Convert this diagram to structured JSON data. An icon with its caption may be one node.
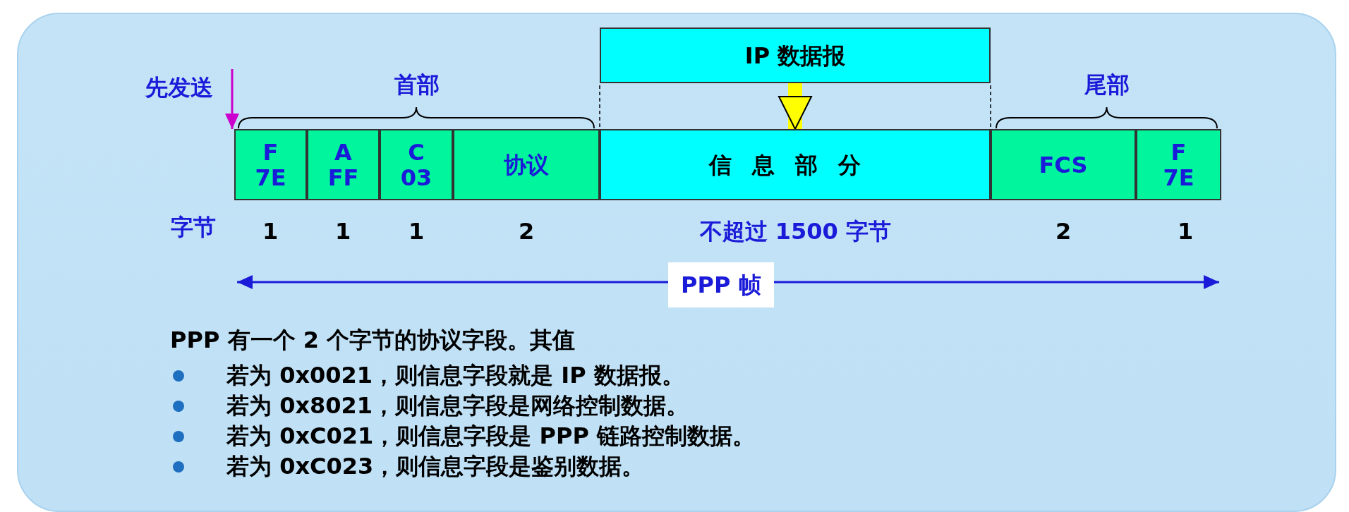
{
  "diagram": {
    "nodes": [
      {
        "text": [
          "先发送"
        ]
      },
      {
        "text": [
          "IP 数据报"
        ]
      },
      {
        "text": [
          "F",
          "7E"
        ]
      },
      {
        "text": [
          "A",
          "FF"
        ]
      },
      {
        "text": [
          "C",
          "03"
        ]
      },
      {
        "text": [
          "协议"
        ]
      },
      {
        "text": [
          "信息部分"
        ]
      },
      {
        "text": [
          "FCS"
        ]
      },
      {
        "text": [
          "F",
          "7E"
        ]
      }
    ],
    "edges": [
      {
        "from": 0,
        "to": 2,
        "arrow": "to",
        "color": "#cc00cc"
      },
      {
        "from": 1,
        "to": 6,
        "arrow": "to",
        "style": "thick",
        "color": "#ffff00"
      }
    ],
    "labels": [
      "首部",
      "尾部",
      "字节",
      "1",
      "1",
      "1",
      "2",
      "不超过 1500 字节",
      "2",
      "1",
      "PPP 帧",
      "PPP 有一个 2 个字节的协议字段。其值",
      "若为 0x0021，则信息字段就是 IP 数据报。",
      "若为 0x8021，则信息字段是网络控制数据。",
      "若为 0xC021，则信息字段是 PPP 链路控制数据。",
      "若为 0xC023，则信息字段是鉴别数据。"
    ]
  }
}
